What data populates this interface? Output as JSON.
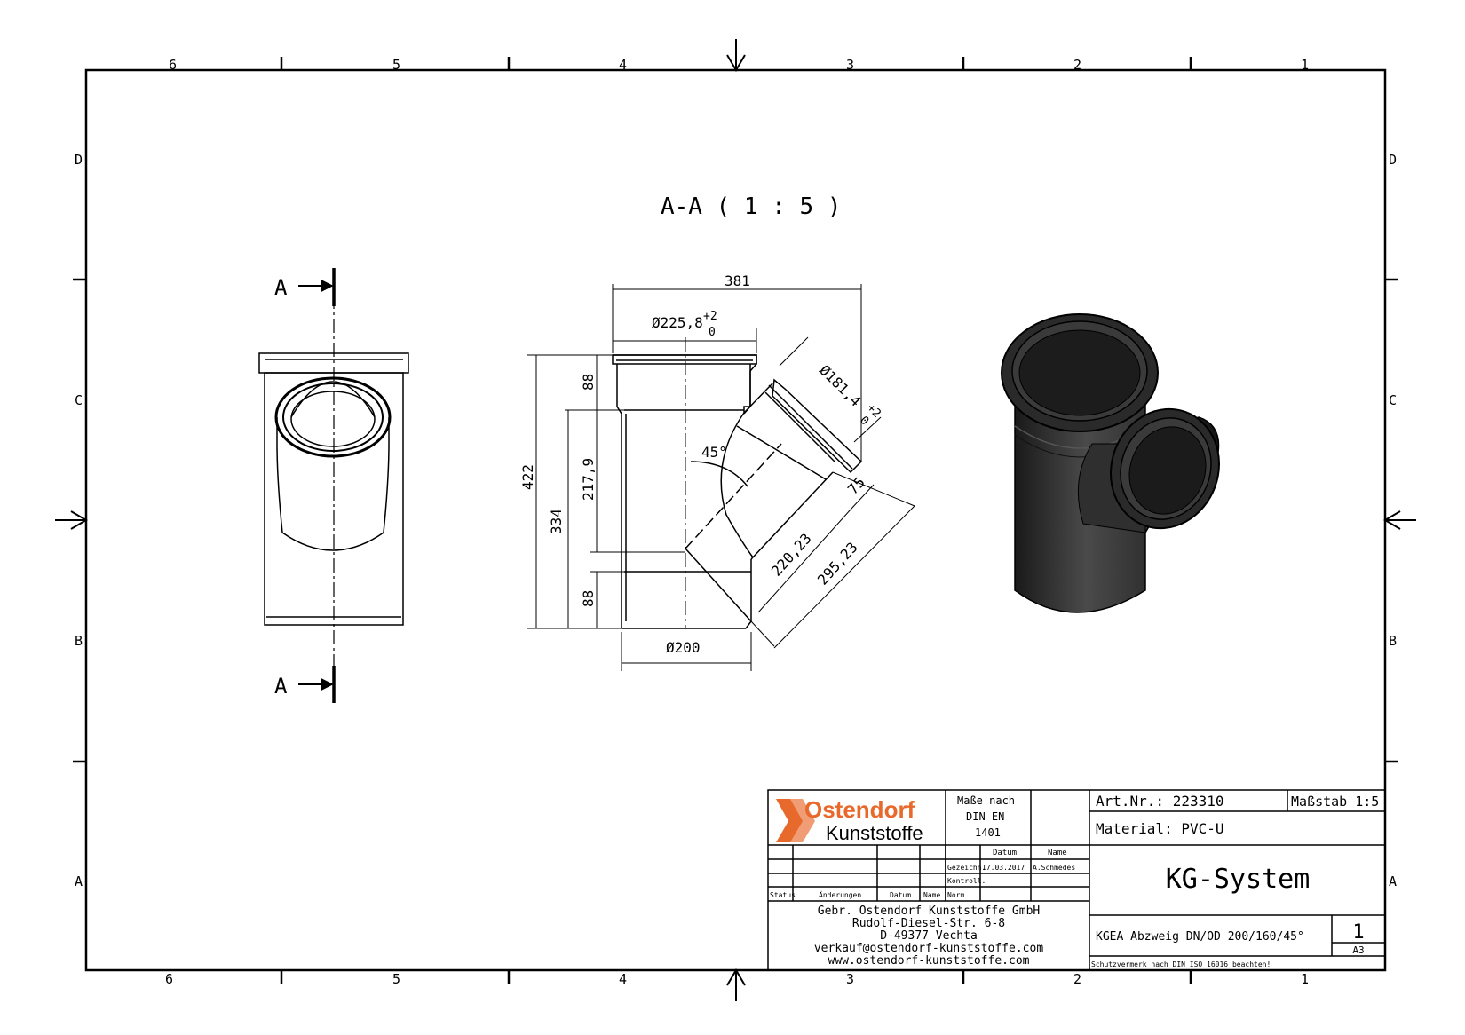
{
  "frame": {
    "cols_top": [
      "6",
      "5",
      "4",
      "3",
      "2",
      "1"
    ],
    "cols_bottom": [
      "6",
      "5",
      "4",
      "3",
      "2",
      "1"
    ],
    "rows_left": [
      "D",
      "C",
      "B",
      "A"
    ],
    "rows_right": [
      "D",
      "C",
      "B",
      "A"
    ]
  },
  "section": {
    "title": "A-A ( 1 : 5 )",
    "cut_label_top": "A",
    "cut_label_bottom": "A"
  },
  "dimensions": {
    "width_total": "381",
    "socket_dia": "Ø225,8",
    "socket_tol_upper": "+2",
    "socket_tol_lower": "0",
    "branch_dia": "Ø181,4",
    "branch_tol_upper": "+2",
    "branch_tol_lower": "0",
    "height_total": "422",
    "height_334": "334",
    "height_217": "217,9",
    "socket_depth_top": "88",
    "socket_depth_bottom": "88",
    "angle": "45°",
    "branch_75": "75",
    "branch_220": "220,23",
    "branch_295": "295,23",
    "outlet_dia": "Ø200"
  },
  "title_block": {
    "logo_line1": "Ostendorf",
    "logo_line2": "Kunststoffe",
    "norm_line1": "Maße nach",
    "norm_line2": "DIN EN",
    "norm_line3": "1401",
    "col_datum": "Datum",
    "col_name": "Name",
    "row_gezeichn": "Gezeichn.",
    "gezeichn_date": "17.03.2017",
    "gezeichn_name": "A.Schmedes",
    "row_kontroll": "Kontroll.",
    "row_norm": "Norm",
    "rev_status": "Status",
    "rev_aenderungen": "Änderungen",
    "rev_datum": "Datum",
    "rev_name": "Name",
    "company": "Gebr. Ostendorf Kunststoffe GmbH",
    "street": "Rudolf-Diesel-Str. 6-8",
    "city": "D-49377 Vechta",
    "email": "verkauf@ostendorf-kunststoffe.com",
    "web": "www.ostendorf-kunststoffe.com",
    "art_nr": "Art.Nr.: 223310",
    "scale": "Maßstab 1:5",
    "material": "Material: PVC-U",
    "system": "KG-System",
    "description": "KGEA Abzweig DN/OD 200/160/45°",
    "sheet": "1",
    "format": "A3",
    "protection": "Schutzvermerk nach DIN ISO 16016 beachten!"
  },
  "colors": {
    "logo_orange": "#e8692c",
    "part_dark": "#2a2a2a"
  }
}
